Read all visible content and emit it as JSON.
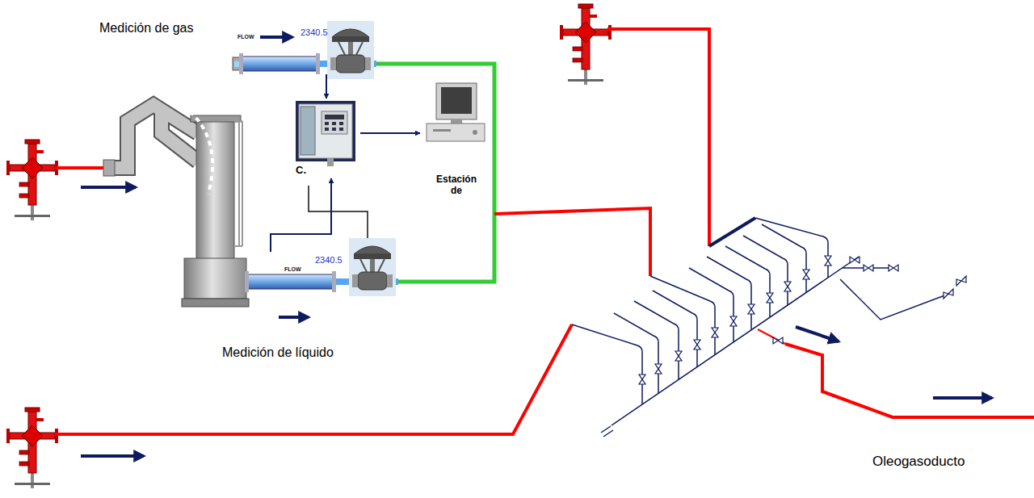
{
  "diagram": {
    "nodes": [
      {
        "text": [
          "FLOW",
          "2340.5"
        ]
      },
      {
        "text": [
          "C."
        ]
      },
      {
        "text": [
          "Estación de"
        ]
      },
      {
        "text": [
          "FLOW",
          "2340.5"
        ]
      }
    ],
    "edges": [
      {
        "from": 0,
        "to": 1,
        "arrow": "to"
      },
      {
        "from": 3,
        "to": 1,
        "arrow": "to"
      },
      {
        "from": 1,
        "to": 2,
        "arrow": "to"
      }
    ],
    "labels": [
      "Medición de gas",
      "Medición de líquido",
      "Oleogasoducto"
    ]
  }
}
